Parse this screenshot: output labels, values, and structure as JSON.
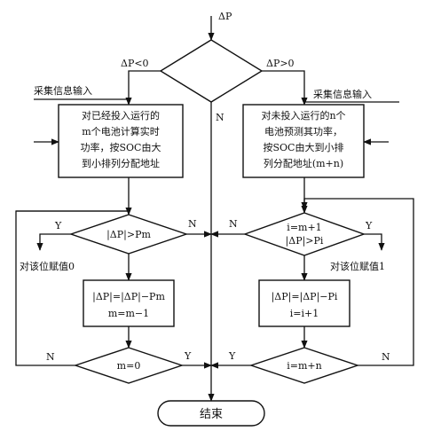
{
  "flowchart": {
    "start_label": "ΔP",
    "branch_left_cond": "ΔP<0",
    "branch_right_cond": "ΔP>0",
    "center_no": "N",
    "collect_left": "采集信息输入",
    "collect_right": "采集信息输入",
    "left_box_lines": [
      "对已经投入运行的",
      "m个电池计算实时",
      "功率，按SOC由大",
      "到小排列分配地址"
    ],
    "right_box_lines": [
      "对未投入运行的n个",
      "电池预测其功率，",
      "按SOC由大到小排",
      "列分配地址(m+n)"
    ],
    "left_decision": "|ΔP|>Pm",
    "left_yes": "Y",
    "left_no": "N",
    "left_assign": "对该位赋值0",
    "left_update_lines": [
      "|ΔP|=|ΔP|−Pm",
      "m=m−1"
    ],
    "left_end_check": "m=0",
    "left_end_yes": "Y",
    "left_loop_no": "N",
    "right_decision_lines": [
      "i=m+1",
      "|ΔP|>Pi"
    ],
    "right_yes": "Y",
    "right_no": "N",
    "right_assign": "对该位赋值1",
    "right_update_lines": [
      "|ΔP|=|ΔP|−Pi",
      "i=i+1"
    ],
    "right_end_check": "i=m+n",
    "right_end_yes": "Y",
    "right_loop_no": "N",
    "end_label": "结束"
  }
}
